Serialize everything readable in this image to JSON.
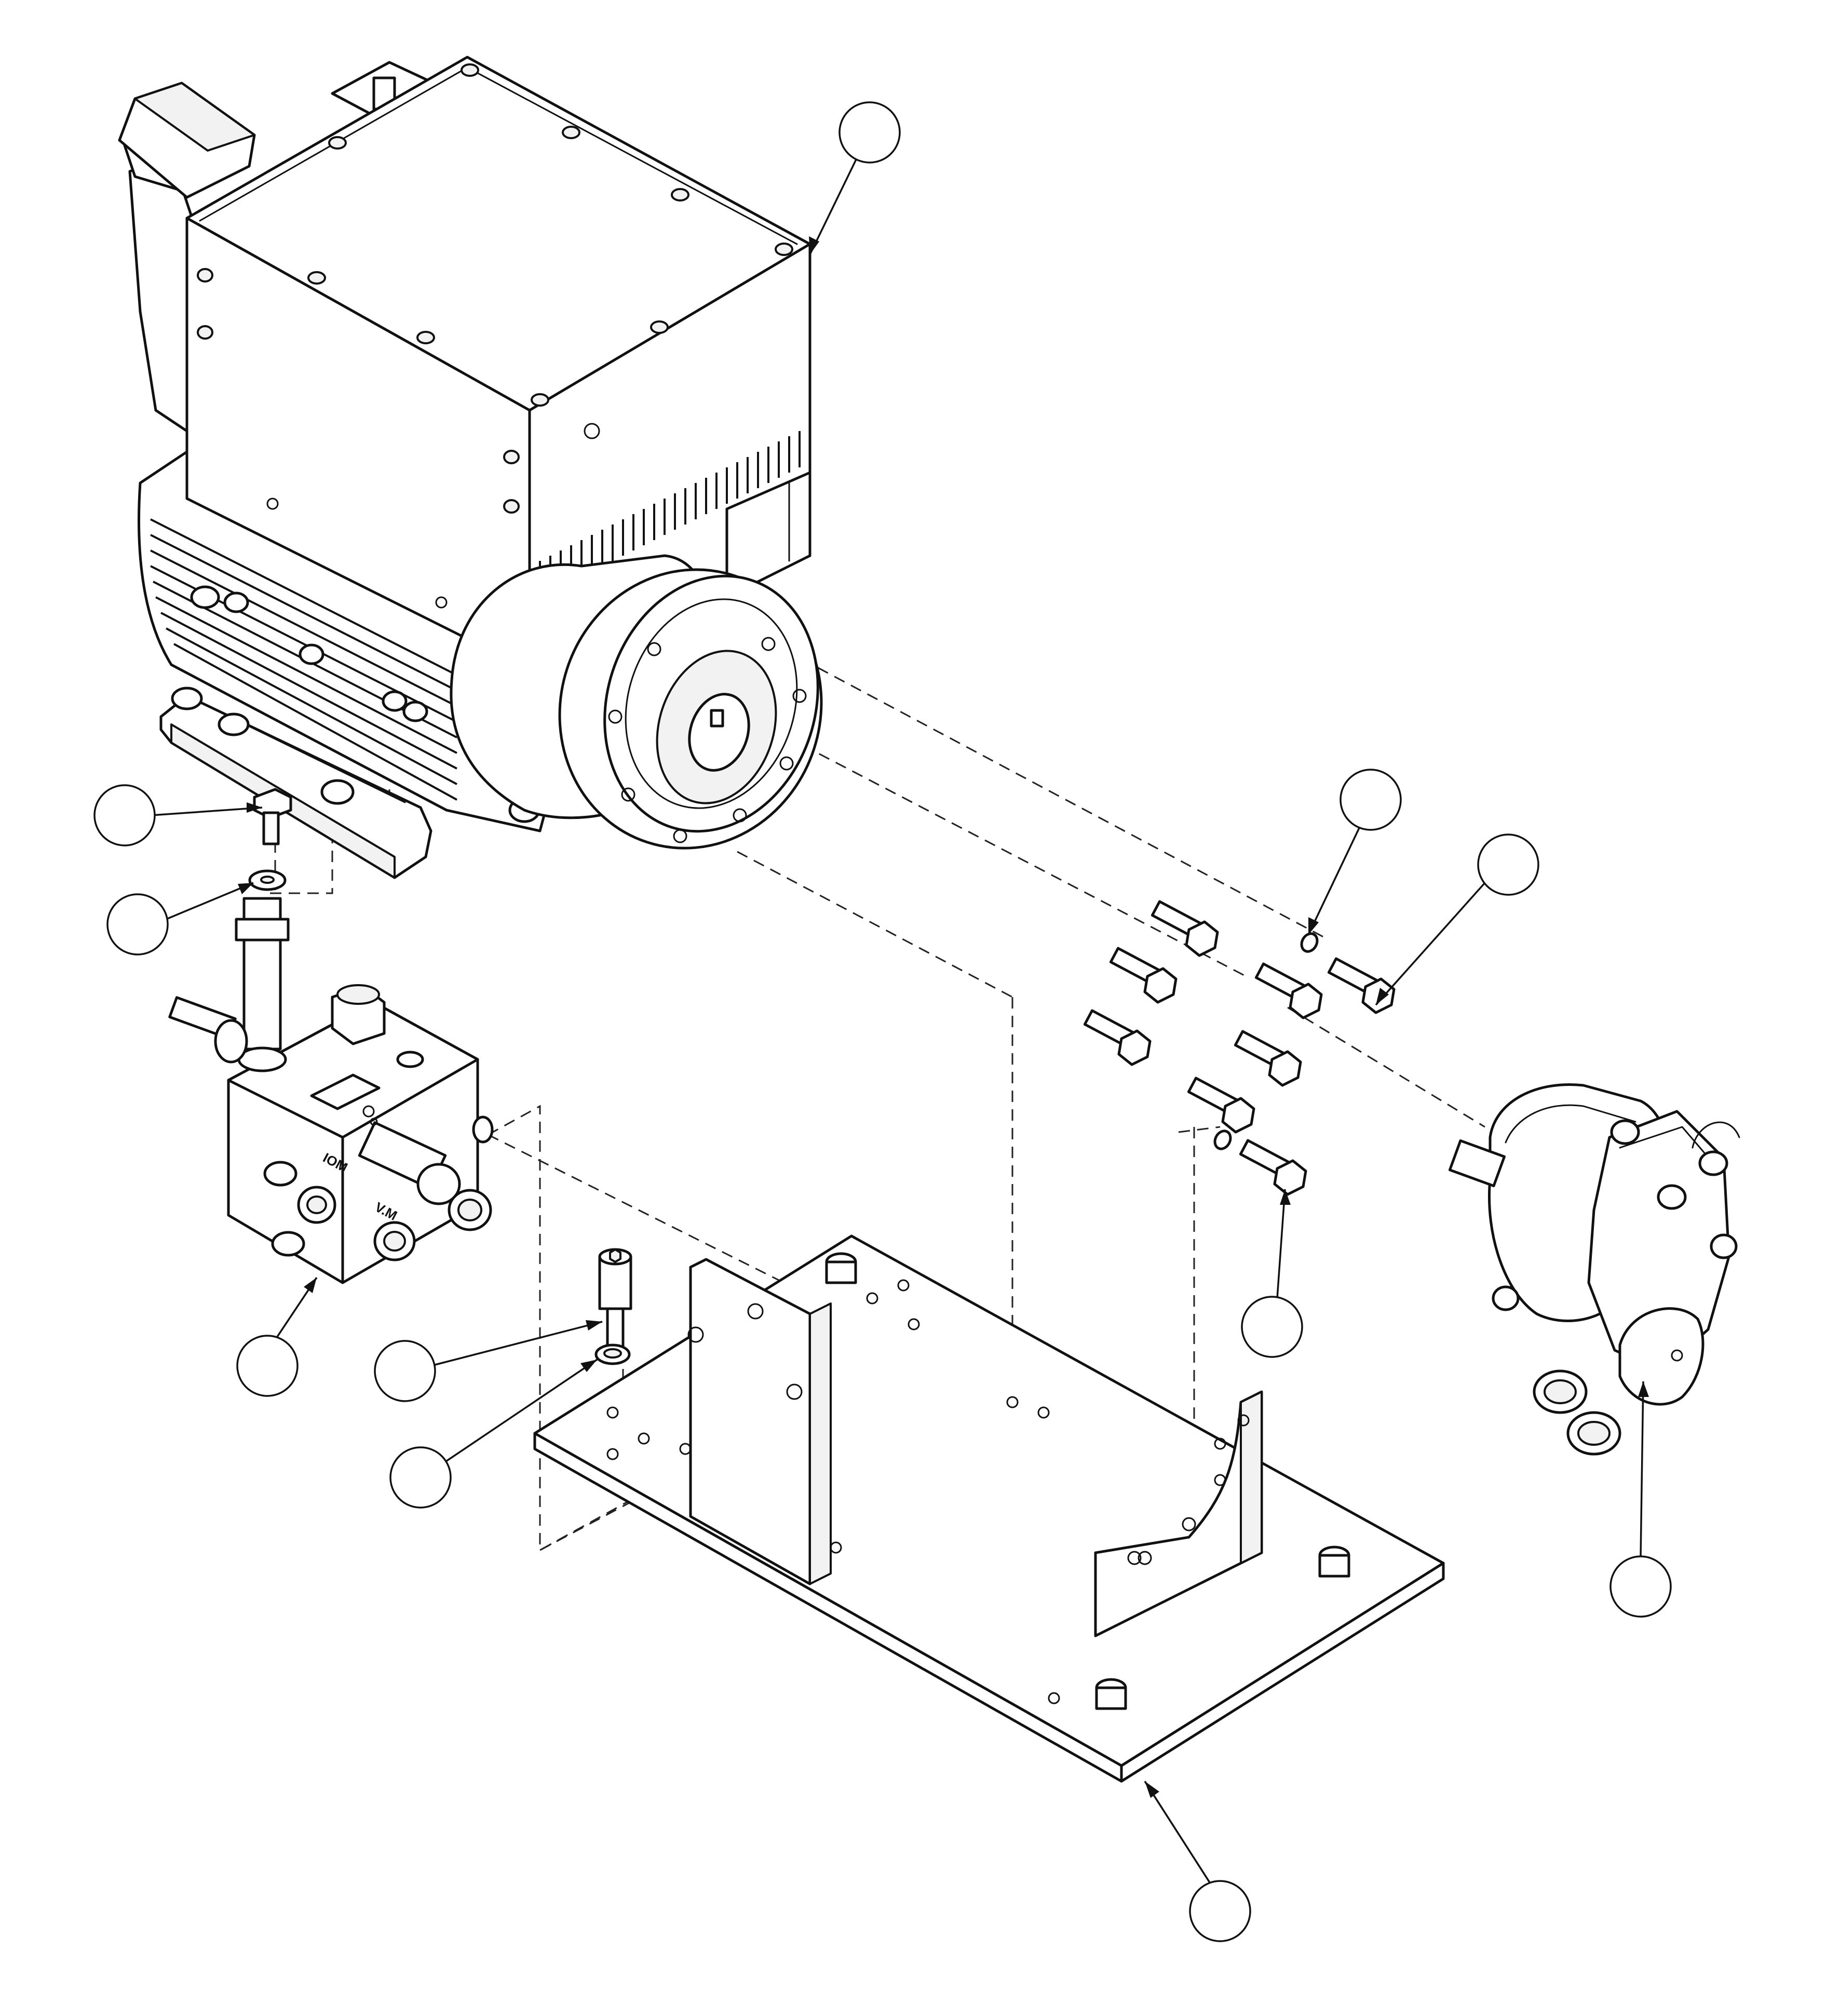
{
  "drawing": {
    "balloons": [
      {
        "id": "balloon-motor-housing",
        "label": ""
      },
      {
        "id": "balloon-mount-bolt",
        "label": ""
      },
      {
        "id": "balloon-mount-washer",
        "label": ""
      },
      {
        "id": "balloon-valve-block",
        "label": ""
      },
      {
        "id": "balloon-cap-screw",
        "label": ""
      },
      {
        "id": "balloon-cap-washer",
        "label": ""
      },
      {
        "id": "balloon-flange-washer",
        "label": ""
      },
      {
        "id": "balloon-flange-bolt",
        "label": ""
      },
      {
        "id": "balloon-lower-bolt",
        "label": ""
      },
      {
        "id": "balloon-hydraulic-pump",
        "label": ""
      },
      {
        "id": "balloon-base-plate",
        "label": ""
      }
    ],
    "valve_port_labels": [
      "IOM",
      "V.M"
    ],
    "colors": {
      "line": "#111111",
      "background": "#ffffff"
    }
  }
}
